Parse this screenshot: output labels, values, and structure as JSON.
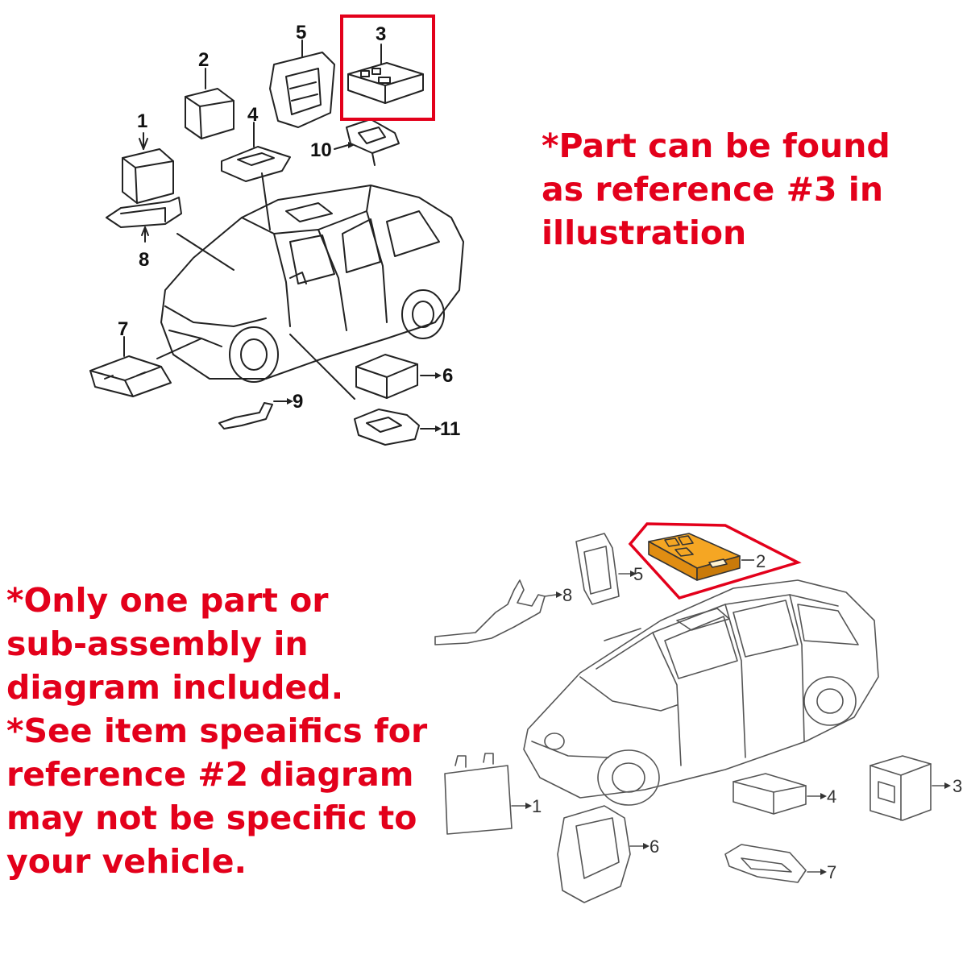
{
  "top_note": {
    "lines": [
      "*Part can be found",
      "as reference #3 in",
      "illustration"
    ]
  },
  "bottom_note": {
    "lines": [
      "*Only one part or",
      "sub-assembly in",
      "diagram included.",
      "*See item speaifics for",
      "reference #2 diagram",
      "may not be specific to",
      "your vehicle."
    ]
  },
  "diagram1": {
    "callouts": [
      "1",
      "2",
      "3",
      "4",
      "5",
      "6",
      "7",
      "8",
      "9",
      "10",
      "11"
    ],
    "highlight_ref": "3",
    "highlight_color": "#e3001b"
  },
  "diagram2": {
    "callouts": [
      "1",
      "2",
      "3",
      "4",
      "5",
      "6",
      "7",
      "8"
    ],
    "highlight_ref": "2",
    "highlight_color": "#e3001b",
    "part_fill": "#f5a623"
  }
}
